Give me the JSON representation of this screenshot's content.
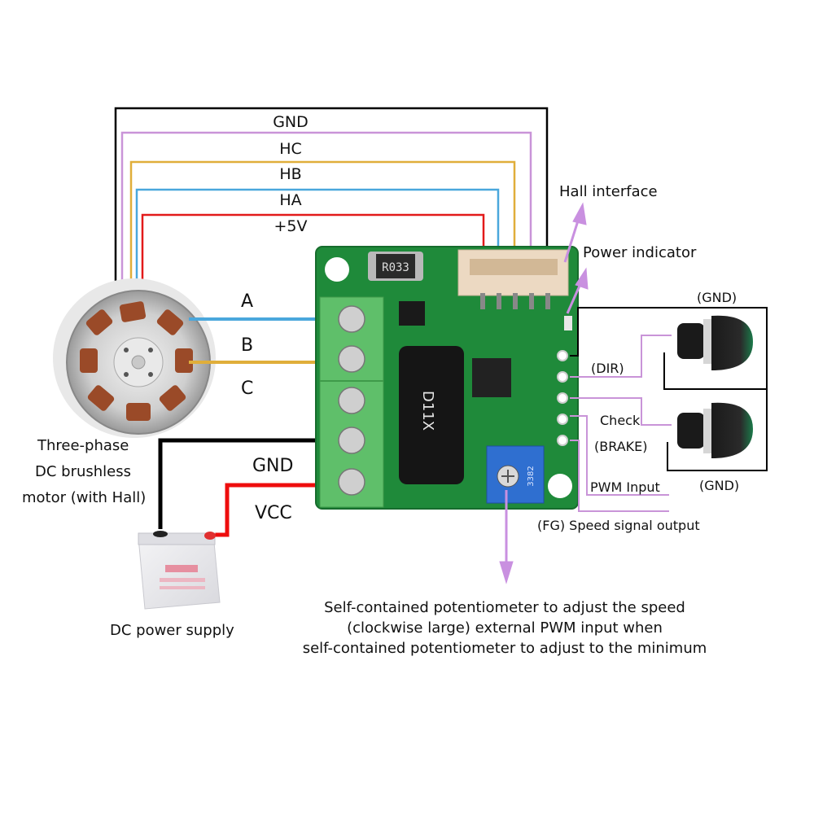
{
  "colors": {
    "gnd_wire": "#000000",
    "hc_wire": "#c994d8",
    "hb_wire": "#e0ae3a",
    "ha_wire": "#4aa7dc",
    "v5_wire": "#e21a1a",
    "arrow": "#c990e0",
    "pcb": "#1f8a3a",
    "terminal": "#5fbf6a",
    "connector": "#ecd9c2",
    "pot": "#2f6fd0"
  },
  "hall_wires": [
    {
      "name": "GND",
      "color_key": "gnd_wire"
    },
    {
      "name": "HC",
      "color_key": "hc_wire"
    },
    {
      "name": "HB",
      "color_key": "hb_wire"
    },
    {
      "name": "HA",
      "color_key": "ha_wire"
    },
    {
      "name": "+5V",
      "color_key": "v5_wire"
    }
  ],
  "phase_labels": {
    "a": "A",
    "b": "B",
    "c": "C"
  },
  "power_labels": {
    "gnd": "GND",
    "vcc": "VCC"
  },
  "annotations": {
    "hall_interface": "Hall interface",
    "power_indicator": "Power indicator",
    "gnd_top": "(GND)",
    "gnd_bottom": "(GND)",
    "dir": "(DIR)",
    "check": "Check",
    "brake": "(BRAKE)",
    "pwm_input": "PWM Input",
    "fg_output": "(FG) Speed signal output"
  },
  "components": {
    "motor_caption": [
      "Three-phase",
      "DC brushless",
      "motor (with Hall)"
    ],
    "power_supply_caption": "DC power supply",
    "resistor_marking": "R033",
    "capacitor_marking": "D11X",
    "pot_marking": "3382"
  },
  "potentiometer_note": [
    "Self-contained potentiometer to adjust the speed",
    "(clockwise large) external PWM input when",
    "self-contained potentiometer to adjust to the minimum"
  ]
}
